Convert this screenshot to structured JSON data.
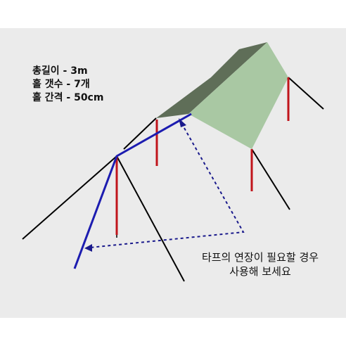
{
  "specs": {
    "line1": "총길이 - 3m",
    "line2": "홀 갯수 - 7개",
    "line3": "홀 간격 - 50cm"
  },
  "caption": {
    "line1": "타프의 연장이 필요할 경우",
    "line2": "사용해 보세요"
  },
  "colors": {
    "background": "#ebebeb",
    "tarp_light": "#a9c8a3",
    "tarp_dark": "#5f6e58",
    "pole_red": "#c0141b",
    "extension_blue": "#1c1cb0",
    "guy_line": "#000000",
    "arrow": "#1a1a8c"
  }
}
